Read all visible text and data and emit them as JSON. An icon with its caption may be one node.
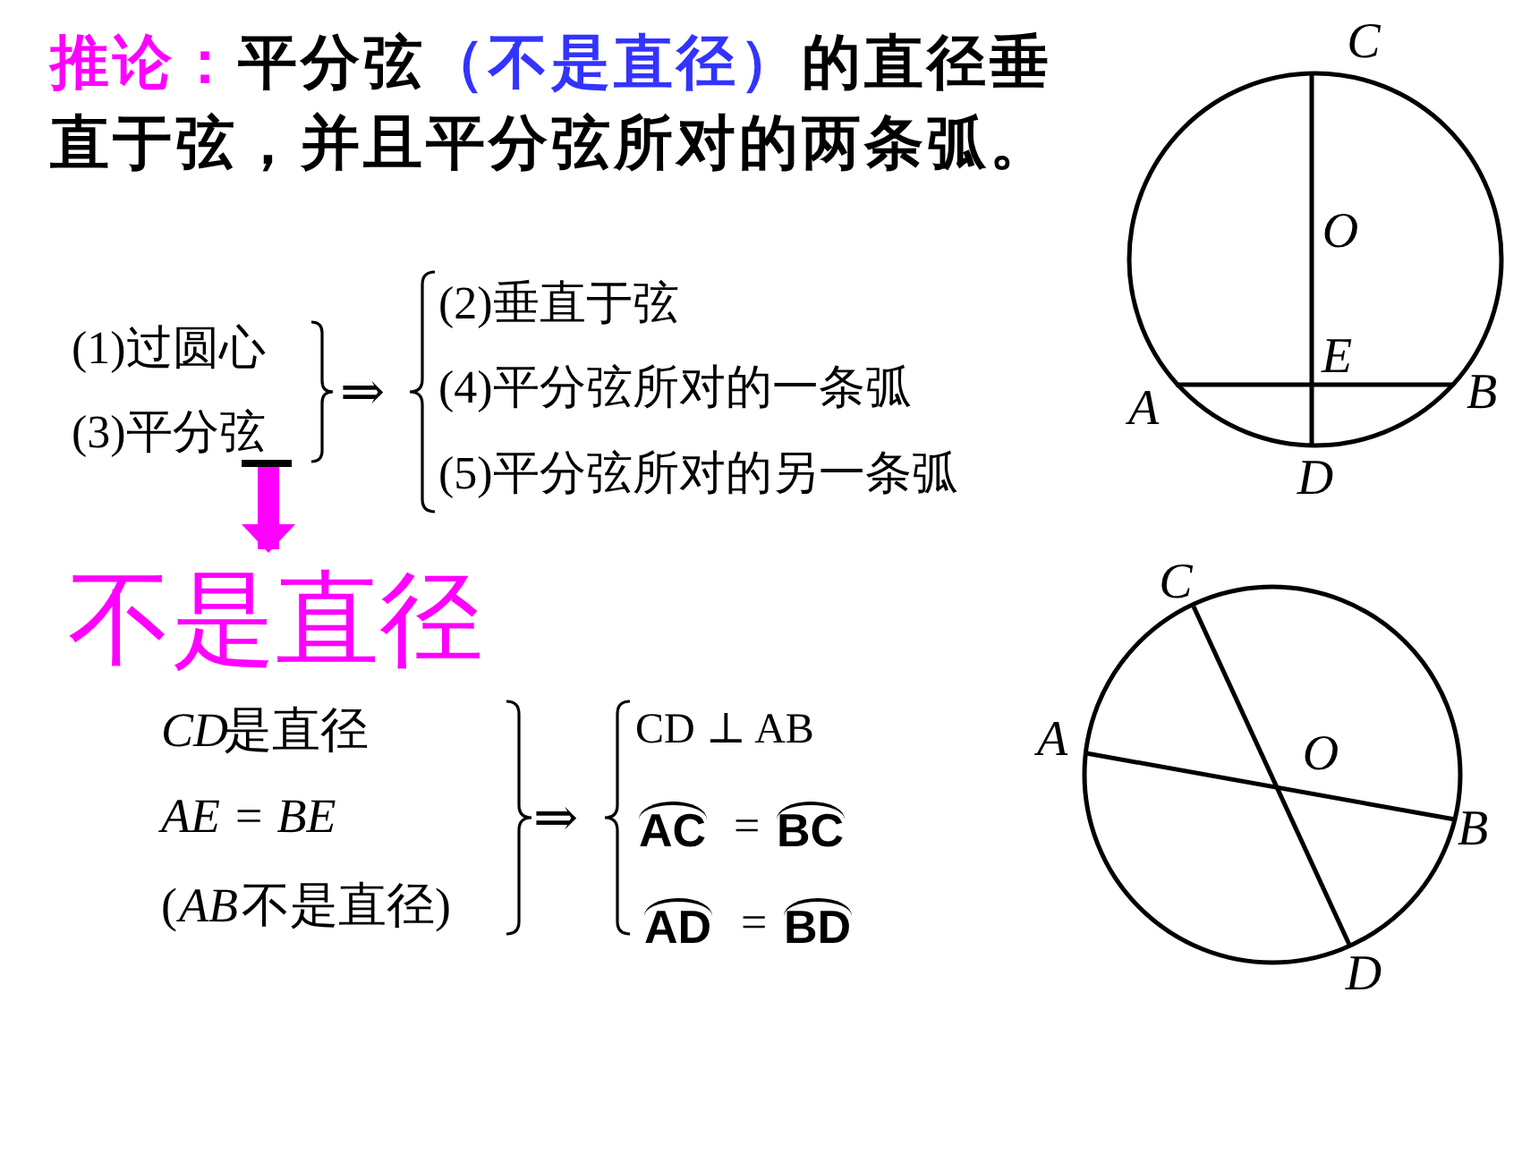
{
  "diagram": {
    "nodes": [
      {
        "text": [
          "(3)平分弦"
        ]
      },
      {
        "text": [
          "不是直径"
        ]
      }
    ],
    "edges": [
      {
        "from": 0,
        "to": 1,
        "arrow": "to"
      }
    ],
    "labels": [
      "推论：",
      "平分弦",
      "（不是直径）",
      "的直径垂直于弦，并且平分弦所对的两条弧。",
      "(1)过圆心",
      "⇒",
      "(2)垂直于弦",
      "(4)平分弦所对的一条弧",
      "(5)平分弦所对的另一条弧",
      "CD",
      "是直径",
      "AE = BE",
      "(",
      "AB",
      "不是直径)",
      "⇒",
      "CD ⊥ AB",
      "AC",
      "=",
      "BC",
      "AD",
      "=",
      "BD",
      "C",
      "O",
      "E",
      "A",
      "B",
      "D",
      "C",
      "A",
      "O",
      "B",
      "D"
    ]
  }
}
